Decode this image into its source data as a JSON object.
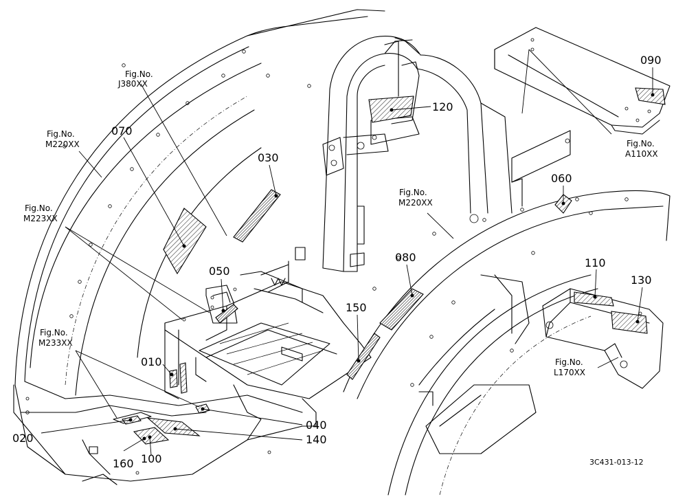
{
  "callouts": {
    "c010": "010",
    "c020": "020",
    "c030": "030",
    "c040": "040",
    "c050": "050",
    "c060": "060",
    "c070": "070",
    "c080": "080",
    "c090": "090",
    "c100": "100",
    "c110": "110",
    "c120": "120",
    "c130": "130",
    "c140": "140",
    "c150": "150",
    "c160": "160"
  },
  "figure_refs": {
    "j380": {
      "line1": "Fig.No.",
      "line2": "J380XX"
    },
    "m220_left": {
      "line1": "Fig.No.",
      "line2": "M220XX"
    },
    "m223": {
      "line1": "Fig.No.",
      "line2": "M223XX"
    },
    "m233": {
      "line1": "Fig.No.",
      "line2": "M233XX"
    },
    "m220_right": {
      "line1": "Fig.No.",
      "line2": "M220XX"
    },
    "a110": {
      "line1": "Fig.No.",
      "line2": "A110XX"
    },
    "l170": {
      "line1": "Fig.No.",
      "line2": "L170XX"
    }
  },
  "drawing_number": "3C431-013-12"
}
